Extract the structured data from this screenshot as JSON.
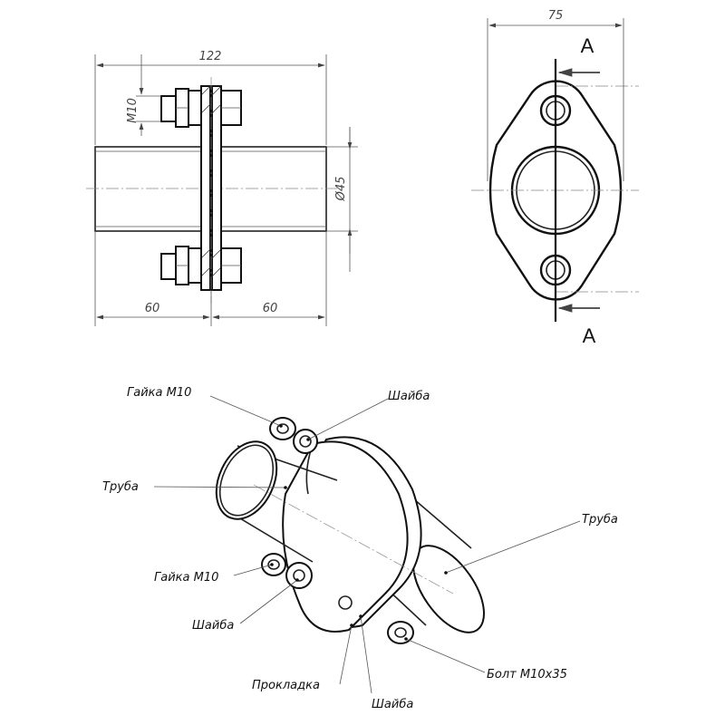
{
  "dimensions": {
    "overall_length": "122",
    "bolt_thread": "M10",
    "pipe_diameter": "Ø45",
    "left_length": "60",
    "right_length": "60",
    "flange_width": "75"
  },
  "section": {
    "top": "A",
    "bottom": "A"
  },
  "labels": {
    "nut_top": "Гайка М10",
    "washer_top": "Шайба",
    "pipe_left": "Труба",
    "pipe_right": "Труба",
    "nut_bottom": "Гайка М10",
    "washer_bottom": "Шайба",
    "gasket": "Прокладка",
    "washer_center": "Шайба",
    "bolt": "Болт М10х35"
  }
}
